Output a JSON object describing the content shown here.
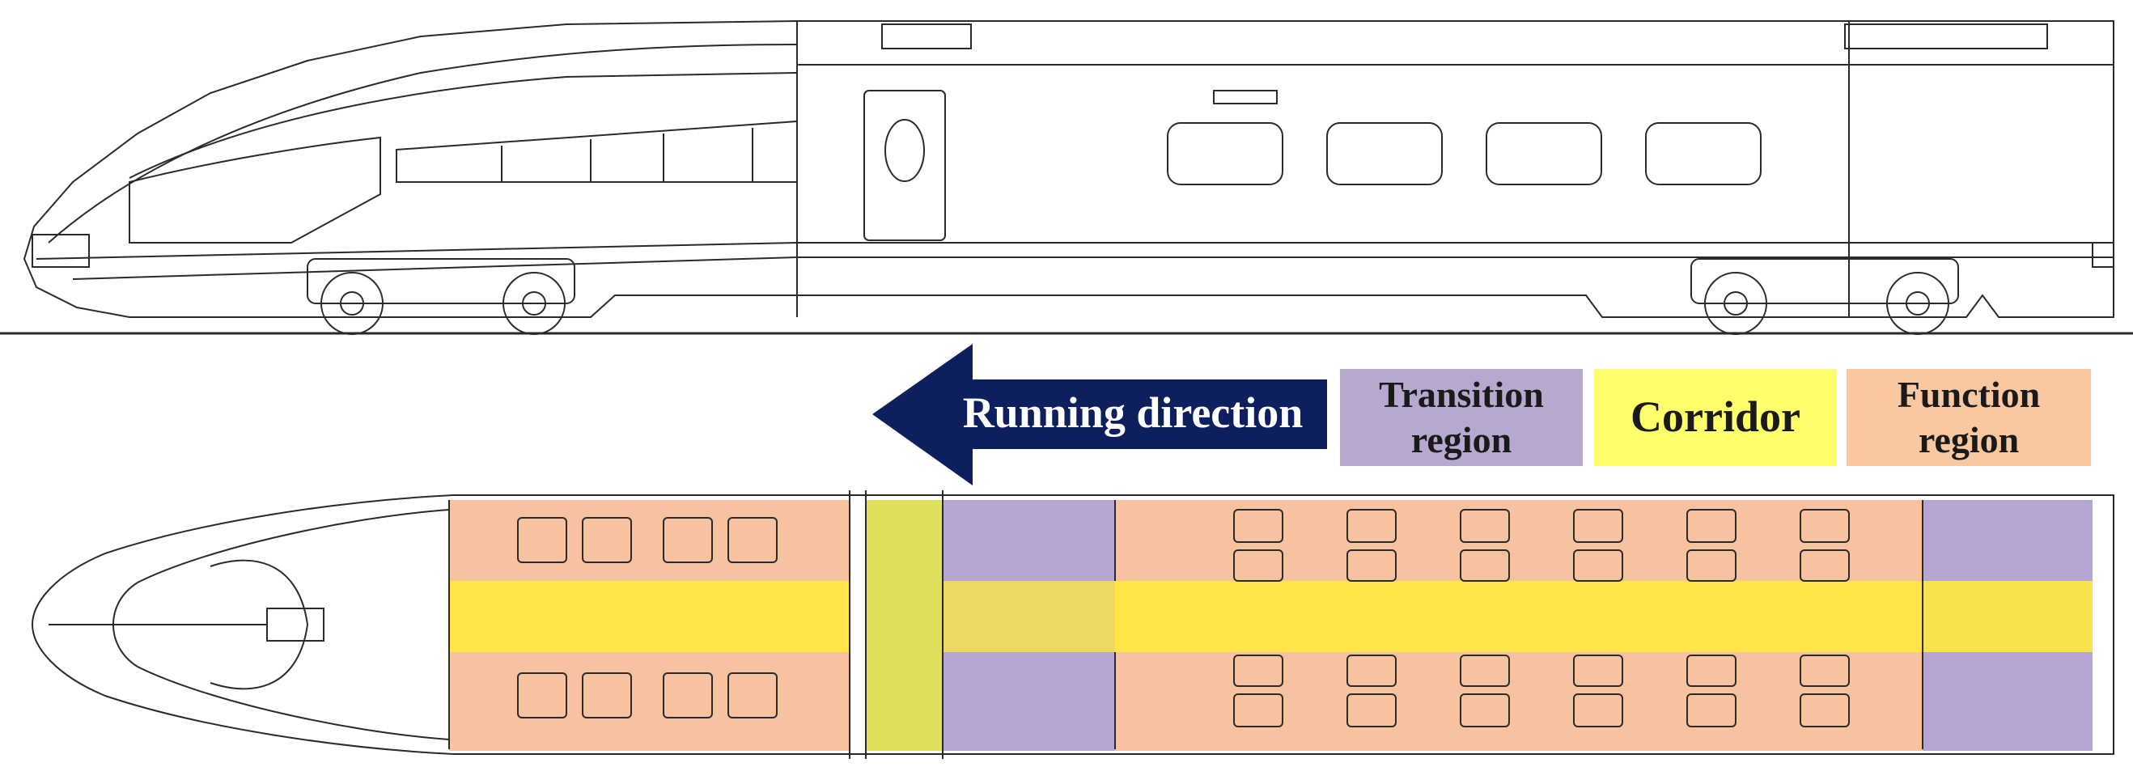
{
  "direction_label": "Running direction",
  "legend": [
    {
      "key": "transition",
      "label": "Transition\nregion",
      "color": "#b8a7cf"
    },
    {
      "key": "corridor",
      "label": "Corridor",
      "color": "#ffff6b"
    },
    {
      "key": "function",
      "label": "Function\nregion",
      "color": "#f9c7a0"
    }
  ],
  "colors": {
    "arrow": "#0d1f5c",
    "line": "#2a2a2a",
    "function_overlay": "#f5b184",
    "transition_overlay": "#a995c9",
    "corridor_overlay": "#ffe93d",
    "vestibule_overlay": "#dcdc4a"
  }
}
